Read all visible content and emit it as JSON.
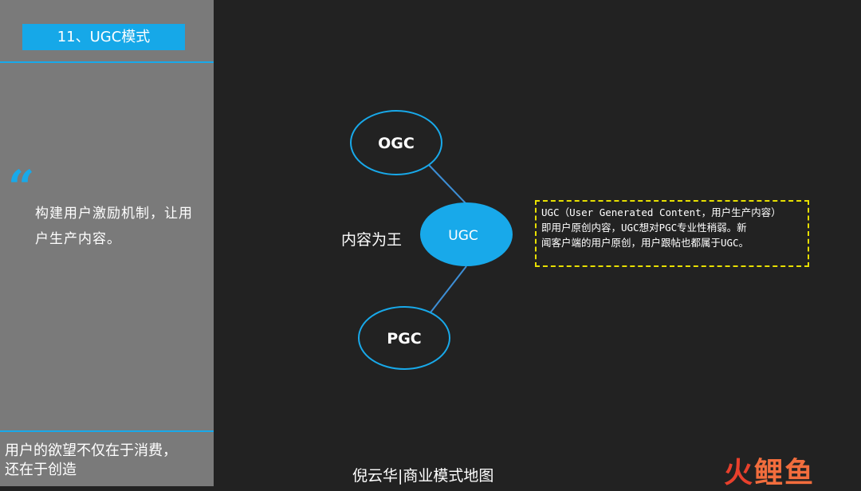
{
  "sidebar": {
    "title": "11、UGC模式",
    "quote_mark": "“",
    "quote_lines": [
      "构建用户激励机制，让用",
      "户生产内容。"
    ],
    "footer_lines": [
      "用户的欲望不仅在于消费，",
      "还在于创造"
    ]
  },
  "diagram": {
    "nodes": {
      "ogc": "OGC",
      "ugc": "UGC",
      "pgc": "PGC"
    },
    "center_label": "内容为王",
    "description_lines": [
      "UGC（User Generated Content，用户生产内容）",
      "即用户原创内容，UGC想对PGC专业性稍弱。新",
      "闻客户端的用户原创，用户跟帖也都属于UGC。"
    ]
  },
  "footer": {
    "author": "倪云华|商业模式地图",
    "brand_part1": "火",
    "brand_part2": "鲤鱼"
  },
  "colors": {
    "accent": "#18a9ea",
    "background": "#222222",
    "sidebar": "#7a7a7a",
    "highlight_border": "#e8e000"
  }
}
